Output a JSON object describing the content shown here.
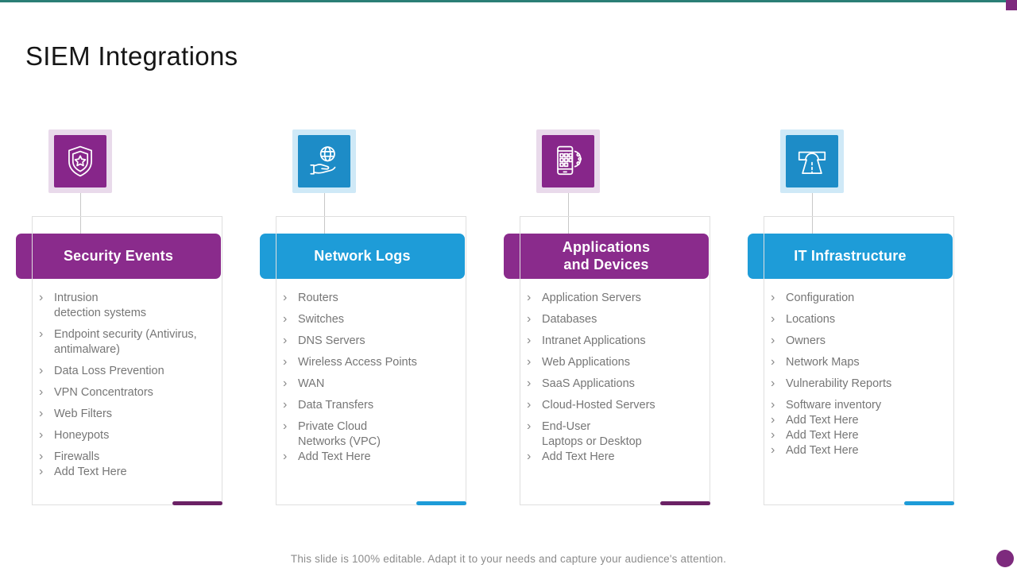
{
  "slide": {
    "title": "SIEM Integrations",
    "footer": "This slide is 100% editable. Adapt it to your needs and capture your audience's attention."
  },
  "colors": {
    "purple": "#8A2B8C",
    "purple_dark": "#6B2165",
    "purple_light": "#E9DAEB",
    "blue": "#1E9CD8",
    "blue_light": "#CFE9F7",
    "teal_top_line": "#2B7E76",
    "accent_corner_purple": "#7D2A7D",
    "list_text_gray": "#767676",
    "box_border_gray": "#DFDFDF"
  },
  "columns": [
    {
      "title": "Security Events",
      "theme": "purple",
      "icon": "shield-star-icon",
      "items": [
        {
          "text": "Intrusion\ndetection systems"
        },
        {
          "text": "Endpoint security (Antivirus,\nantimalware)"
        },
        {
          "text": "Data Loss Prevention"
        },
        {
          "text": "VPN Concentrators"
        },
        {
          "text": "Web Filters"
        },
        {
          "text": "Honeypots"
        },
        {
          "text": "Firewalls"
        },
        {
          "text": "Add Text Here",
          "tight": true
        }
      ]
    },
    {
      "title": "Network Logs",
      "theme": "blue",
      "icon": "globe-hand-icon",
      "items": [
        {
          "text": "Routers"
        },
        {
          "text": "Switches"
        },
        {
          "text": "DNS Servers"
        },
        {
          "text": "Wireless Access Points"
        },
        {
          "text": "WAN"
        },
        {
          "text": "Data Transfers"
        },
        {
          "text": "Private Cloud\nNetworks (VPC)"
        },
        {
          "text": "Add Text Here",
          "tight": true
        }
      ]
    },
    {
      "title": "Applications\nand Devices",
      "theme": "purple",
      "icon": "mobile-apps-icon",
      "items": [
        {
          "text": "Application Servers"
        },
        {
          "text": "Databases"
        },
        {
          "text": "Intranet Applications"
        },
        {
          "text": "Web Applications"
        },
        {
          "text": "SaaS Applications"
        },
        {
          "text": "Cloud-Hosted Servers"
        },
        {
          "text": "End-User\nLaptops or Desktop"
        },
        {
          "text": "Add Text Here",
          "tight": true
        }
      ]
    },
    {
      "title": "IT Infrastructure",
      "theme": "blue",
      "icon": "tunnel-road-icon",
      "items": [
        {
          "text": "Configuration"
        },
        {
          "text": "Locations"
        },
        {
          "text": "Owners"
        },
        {
          "text": "Network Maps"
        },
        {
          "text": "Vulnerability Reports"
        },
        {
          "text": "Software inventory"
        },
        {
          "text": "Add Text Here",
          "tight": true
        },
        {
          "text": "Add Text Here",
          "tight": true
        },
        {
          "text": "Add Text Here",
          "tight": true
        }
      ]
    }
  ]
}
